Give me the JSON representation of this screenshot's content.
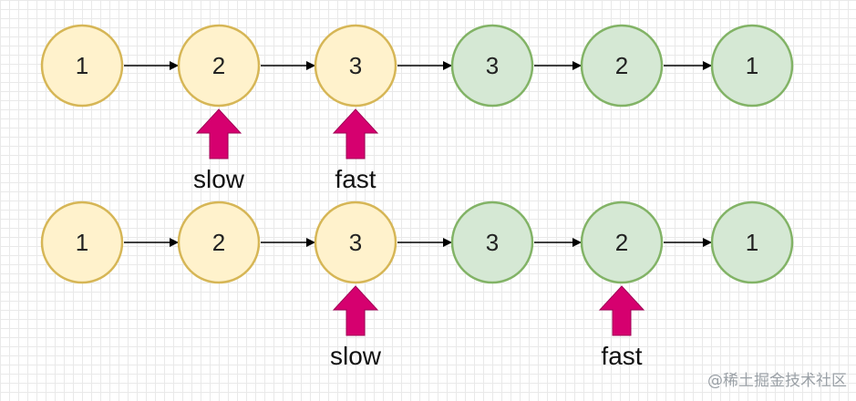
{
  "colors": {
    "yellow_fill": "#fff2cc",
    "yellow_stroke": "#d6b656",
    "green_fill": "#d5e8d4",
    "green_stroke": "#82b366",
    "pointer": "#d6006f",
    "edge": "#000000"
  },
  "rows": [
    {
      "nodes": [
        {
          "value": "1",
          "color": "yellow"
        },
        {
          "value": "2",
          "color": "yellow"
        },
        {
          "value": "3",
          "color": "yellow"
        },
        {
          "value": "3",
          "color": "green"
        },
        {
          "value": "2",
          "color": "green"
        },
        {
          "value": "1",
          "color": "green"
        }
      ],
      "pointers": [
        {
          "label": "slow",
          "node_index": 1
        },
        {
          "label": "fast",
          "node_index": 2
        }
      ]
    },
    {
      "nodes": [
        {
          "value": "1",
          "color": "yellow"
        },
        {
          "value": "2",
          "color": "yellow"
        },
        {
          "value": "3",
          "color": "yellow"
        },
        {
          "value": "3",
          "color": "green"
        },
        {
          "value": "2",
          "color": "green"
        },
        {
          "value": "1",
          "color": "green"
        }
      ],
      "pointers": [
        {
          "label": "slow",
          "node_index": 2
        },
        {
          "label": "fast",
          "node_index": 4
        }
      ]
    }
  ],
  "watermark": "@稀土掘金技术社区"
}
